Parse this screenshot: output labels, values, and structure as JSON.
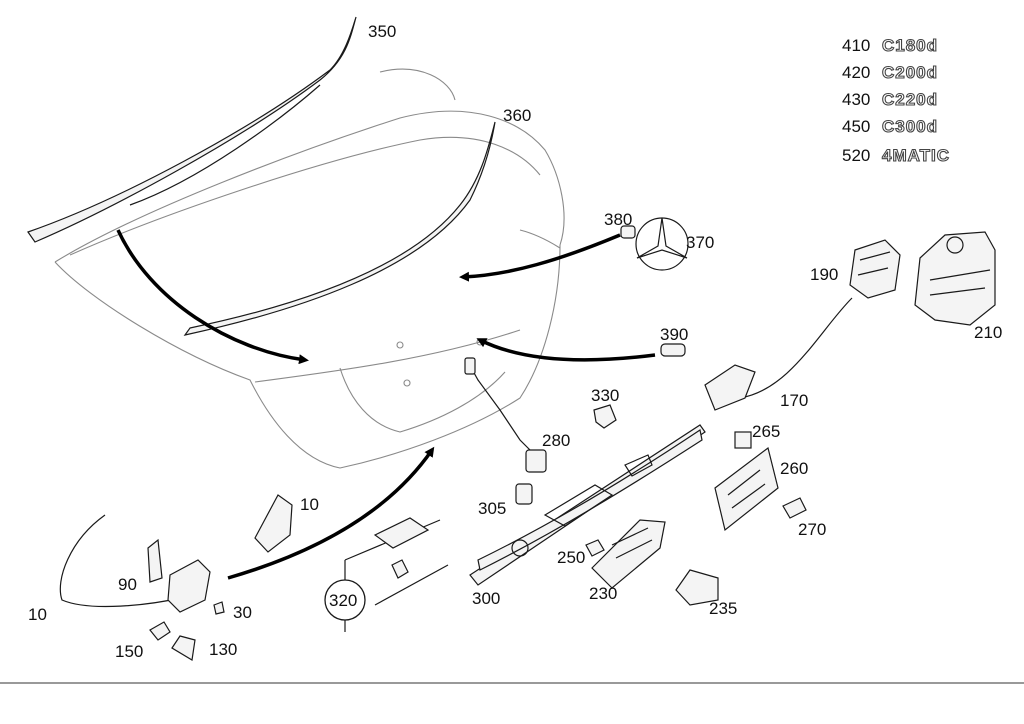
{
  "callouts": {
    "c350": "350",
    "c360": "360",
    "c380": "380",
    "c370": "370",
    "c190": "190",
    "c210": "210",
    "c390": "390",
    "c170": "170",
    "c330": "330",
    "c265": "265",
    "c280": "280",
    "c260": "260",
    "c10a": "10",
    "c305": "305",
    "c270": "270",
    "c250": "250",
    "c90": "90",
    "c230": "230",
    "c10b": "10",
    "c320": "320",
    "c300": "300",
    "c30": "30",
    "c235": "235",
    "c150": "150",
    "c130": "130"
  },
  "variants": [
    {
      "code": "410",
      "badge": "C180d"
    },
    {
      "code": "420",
      "badge": "C200d"
    },
    {
      "code": "430",
      "badge": "C220d"
    },
    {
      "code": "450",
      "badge": "C300d"
    },
    {
      "code": "520",
      "badge": "4MATIC"
    }
  ]
}
